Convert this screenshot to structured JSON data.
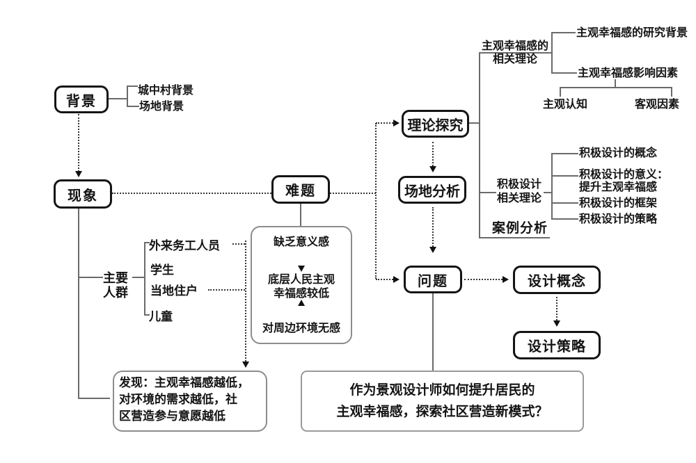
{
  "nodes": {
    "background": "背景",
    "phenomenon": "现象",
    "challenge": "难题",
    "theory_research": "理论探究",
    "site_analysis": "场地分析",
    "question": "问题",
    "design_concept": "设计概念",
    "design_strategy": "设计策略"
  },
  "background_branches": [
    "城中村背景",
    "场地背景"
  ],
  "main_groups": {
    "label": "主要\n人群",
    "items": [
      "外来务工人员",
      "学生",
      "当地住户",
      "儿童"
    ]
  },
  "insight_box": {
    "top": "缺乏意义感",
    "middle": "底层人民主观\n幸福感较低",
    "bottom": "对周边环境无感"
  },
  "finding_box": {
    "text": "发现：主观幸福感越低，\n对环境的需求越低，社\n区营造参与意愿越低"
  },
  "research_question_box": {
    "text": "作为景观设计师如何提升居民的\n主观幸福感，探索社区营造新模式？"
  },
  "swb_theory": {
    "label": "主观幸福感的\n相关理论",
    "children": [
      "主观幸福感的研究背景",
      "主观幸福感影响因素"
    ],
    "influence_factors": [
      "主观认知",
      "客观因素"
    ]
  },
  "positive_design": {
    "label": "积极设计\n相关理论",
    "children": [
      "积极设计的概念",
      "积极设计的意义：\n提升主观幸福感",
      "积极设计的框架",
      "积极设计的策略"
    ]
  },
  "case_analysis": "案例分析",
  "colors": {
    "node_border": "#141414",
    "gray_box_border": "#8c8c8c",
    "solid_line": "#6a6a6a",
    "dotted_line": "#333333",
    "text": "#141414",
    "background": "#ffffff"
  }
}
